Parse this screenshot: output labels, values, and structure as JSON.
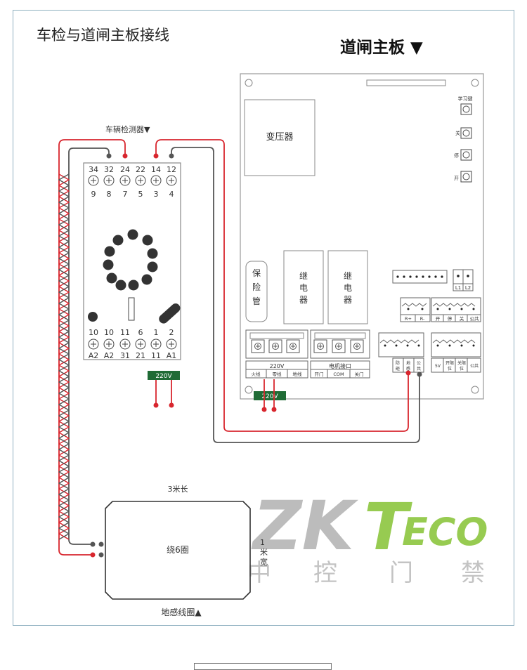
{
  "title": "车检与道闸主板接线",
  "board": {
    "title": "道闸主板 ▼",
    "transformer": "变压器",
    "fuse": "保\n险\n管",
    "relay1": "继\n电\n器",
    "relay2": "继\n电\n器",
    "learn_key": "学习键",
    "btn_close": "关",
    "btn_stop": "停",
    "btn_open": "开",
    "l1": "L1",
    "l2": "L2",
    "rs485": [
      "R+",
      "R-"
    ],
    "ctrl_terms": [
      "开",
      "停",
      "关",
      "公共"
    ],
    "power_header": "220V",
    "power_terms": [
      "火线",
      "零线",
      "地线"
    ],
    "motor_header": "电机接口",
    "motor_terms": [
      "开门",
      "COM",
      "关门"
    ],
    "sensor_terms": [
      "防砸",
      "地感",
      "公共"
    ],
    "limit_terms": [
      "5V",
      "开限位",
      "关限位",
      "公共"
    ],
    "v220": "220V"
  },
  "detector": {
    "label": "车辆检测器▼",
    "top_row1": [
      "34",
      "32",
      "24",
      "22",
      "14",
      "12"
    ],
    "top_row2": [
      "9",
      "8",
      "7",
      "5",
      "3",
      "4"
    ],
    "bot_row1": [
      "10",
      "10",
      "11",
      "6",
      "1",
      "2"
    ],
    "bot_row2": [
      "A2",
      "A2",
      "31",
      "21",
      "11",
      "A1"
    ],
    "v220": "220V"
  },
  "loop": {
    "length": "3米长",
    "width": "1米宽",
    "turns": "绕6圈",
    "label": "地感线圈▲"
  },
  "watermark": {
    "brand": "ZKTECO",
    "cn": [
      "中",
      "控",
      "门",
      "禁"
    ]
  },
  "colors": {
    "red": "#d8262e",
    "dark": "#555555",
    "green": "#1f6b35",
    "lime": "#8cc63f",
    "wm_gray": "#b8b8b8"
  }
}
